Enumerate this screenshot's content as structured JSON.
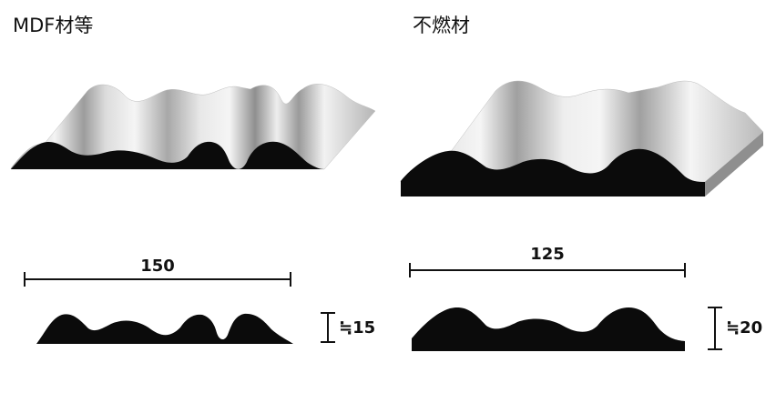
{
  "panels": {
    "left": {
      "title": "MDF材等",
      "width_label": "150",
      "depth_label": "≒15"
    },
    "right": {
      "title": "不燃材",
      "width_label": "125",
      "depth_label": "≒20"
    }
  },
  "colors": {
    "profile": "#0b0b0b",
    "surface_light": "#f2f2f2",
    "surface_dark": "#8c8c8c",
    "edge": "#9a9a9a"
  }
}
